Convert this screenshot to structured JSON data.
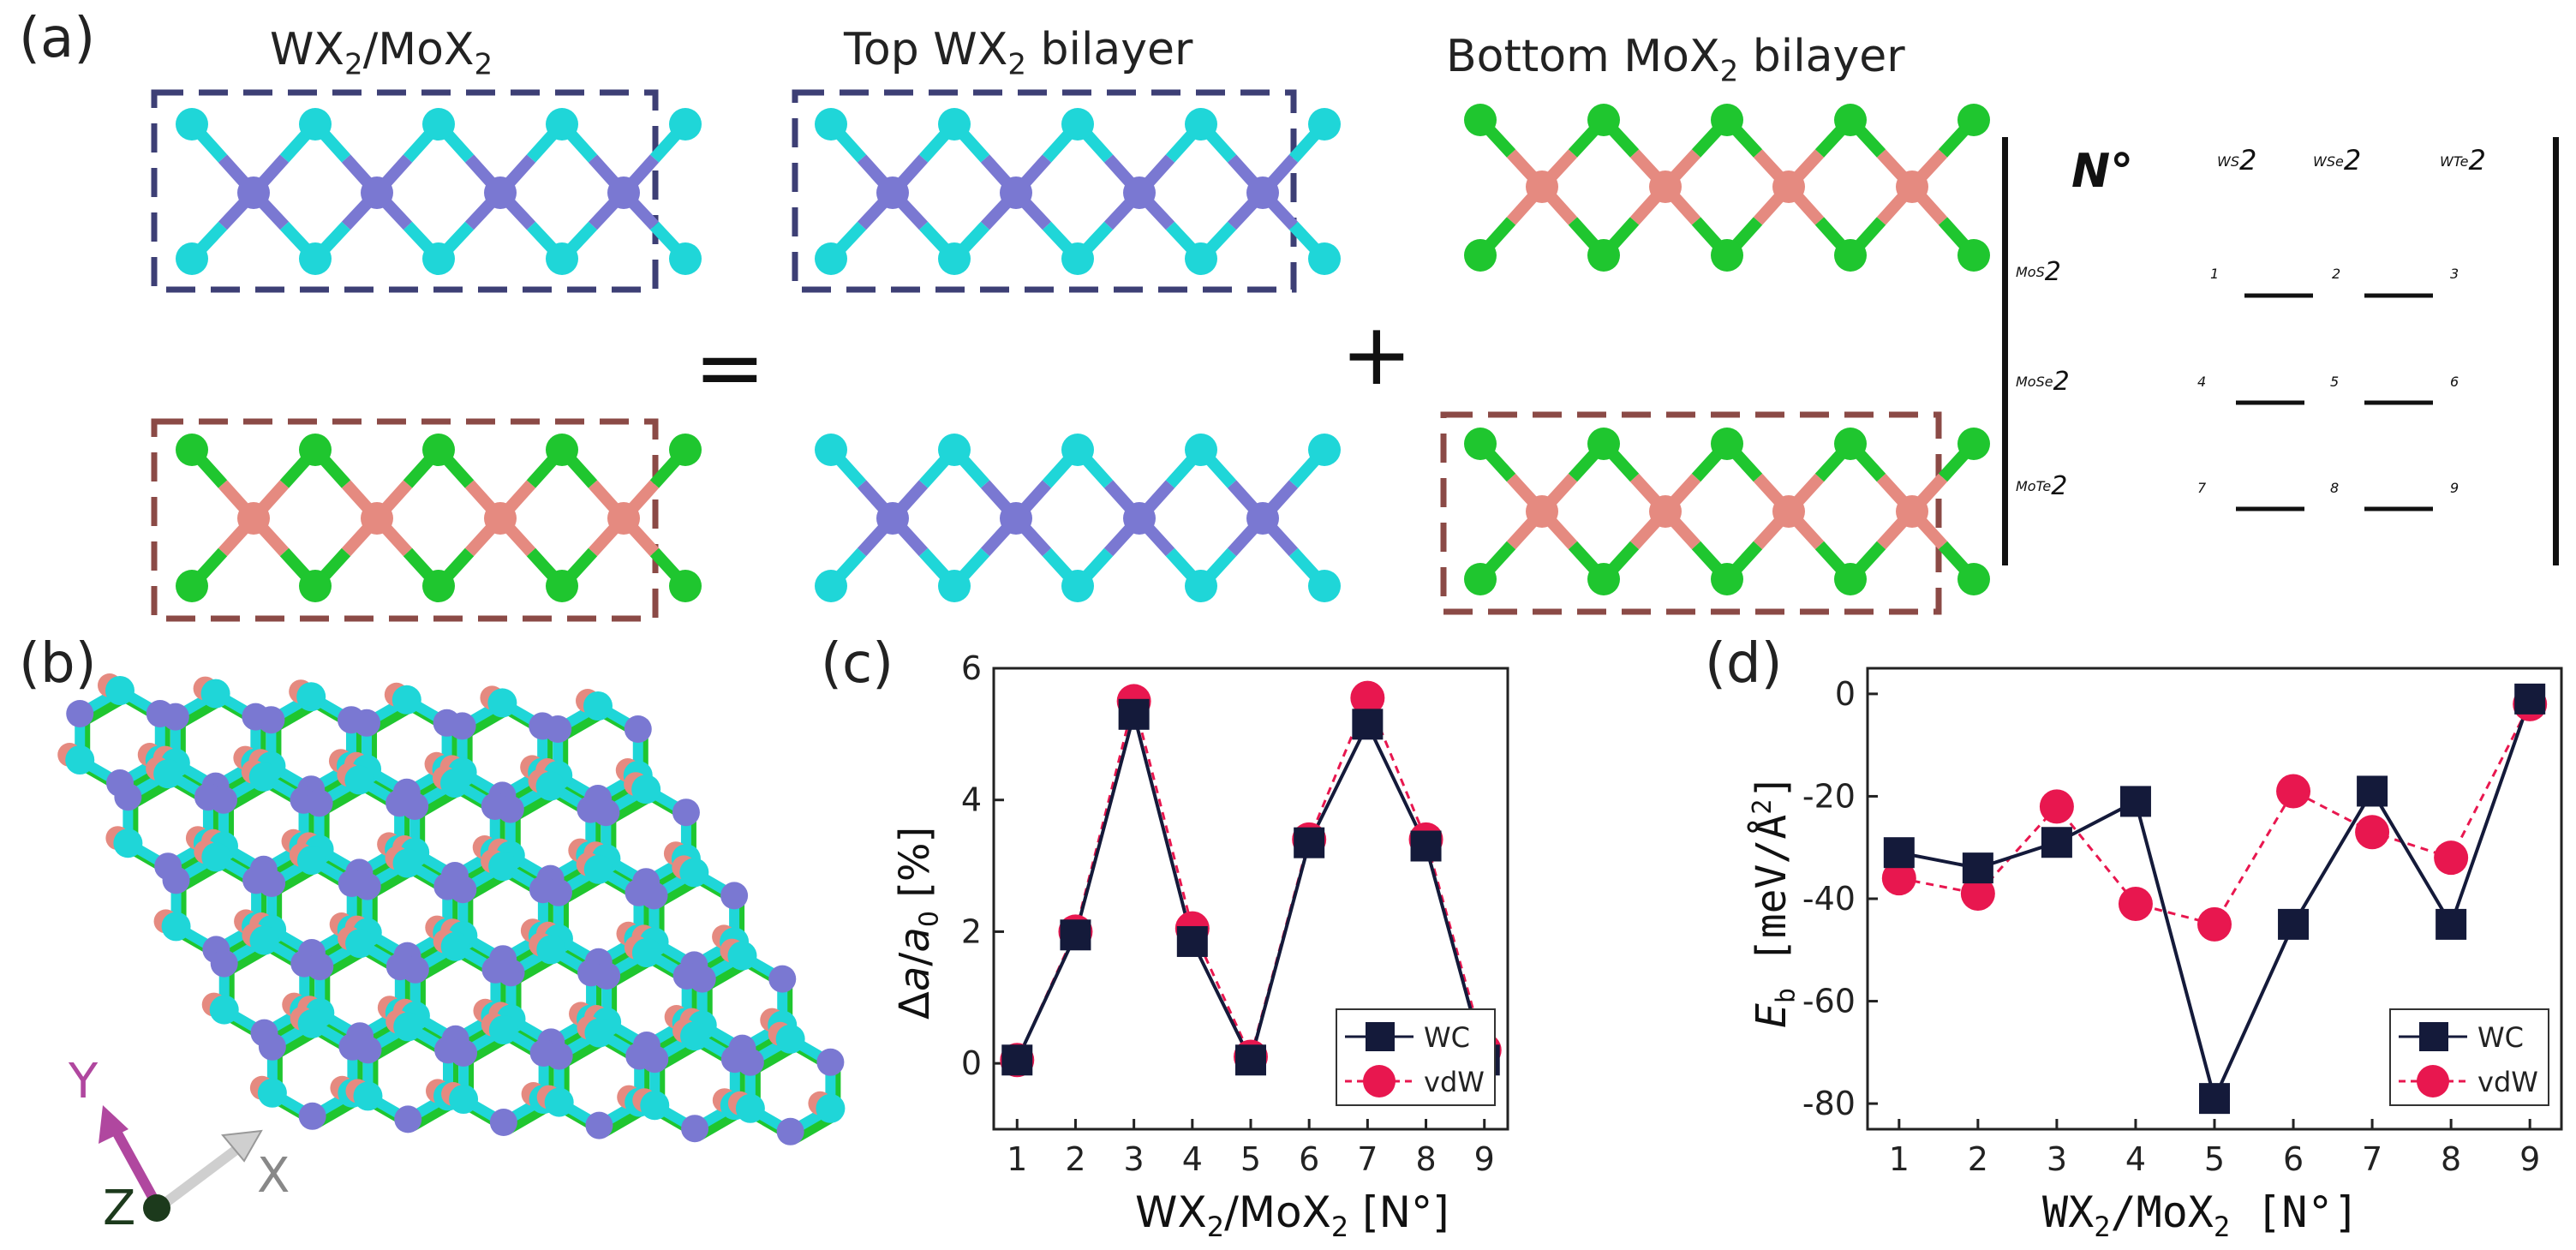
{
  "panel_labels": [
    "(a)",
    "(b)",
    "(c)",
    "(d)"
  ],
  "panel_a": {
    "titles": {
      "left": {
        "base": "WX",
        "sub1": "2",
        "mid": "/MoX",
        "sub2": "2",
        "tail": ""
      },
      "center": {
        "base": "Top WX",
        "sub1": "2",
        "mid": " bilayer",
        "sub2": "",
        "tail": ""
      },
      "right": {
        "base": "Bottom MoX",
        "sub1": "2",
        "mid": " bilayer",
        "sub2": "",
        "tail": ""
      }
    },
    "equals": "=",
    "plus": "+",
    "colors": {
      "top_box": "#3d3f75",
      "bottom_box": "#8b4a46",
      "W_atom": "#7a78d2",
      "X_top_atom": "#1fd6d8",
      "Mo_atom": "#e58a80",
      "X_bottom_atom": "#1fc62f"
    },
    "table": {
      "corner": "N°",
      "columns": [
        {
          "base": "WS",
          "sub": "2"
        },
        {
          "base": "WSe",
          "sub": "2"
        },
        {
          "base": "WTe",
          "sub": "2"
        }
      ],
      "rows": [
        {
          "base": "MoS",
          "sub": "2",
          "nums": [
            "1",
            "2",
            "3"
          ]
        },
        {
          "base": "MoSe",
          "sub": "2",
          "nums": [
            "4",
            "5",
            "6"
          ]
        },
        {
          "base": "MoTe",
          "sub": "2",
          "nums": [
            "7",
            "8",
            "9"
          ]
        }
      ]
    }
  },
  "panel_b": {
    "axes": {
      "x": "X",
      "y": "Y",
      "z": "Z"
    },
    "axis_colors": {
      "x": "#d0d0d0",
      "y": "#b0479f",
      "z": "#1c3a1c"
    }
  },
  "chart_data": [
    {
      "panel": "(c)",
      "type": "line",
      "x": [
        1,
        2,
        3,
        4,
        5,
        6,
        7,
        8,
        9
      ],
      "series": [
        {
          "name": "WC",
          "values": [
            0.05,
            1.95,
            5.3,
            1.85,
            0.05,
            3.35,
            5.15,
            3.3,
            0.05
          ],
          "color": "#141a3a",
          "marker": "square",
          "line": "solid"
        },
        {
          "name": "vdW",
          "values": [
            0.05,
            2.0,
            5.5,
            2.05,
            0.1,
            3.4,
            5.55,
            3.4,
            0.2
          ],
          "color": "#e8174f",
          "marker": "circle",
          "line": "dashed"
        }
      ],
      "ylabel": {
        "pre": "Δ",
        "a": "a",
        "slash": "/",
        "a0": "a",
        "sub": "0",
        "unit": " [%]"
      },
      "xlabel": {
        "base": "WX",
        "sub1": "2",
        "mid": "/MoX",
        "sub2": "2",
        "tail": " [N°]"
      },
      "xlim": [
        0.6,
        9.4
      ],
      "ylim": [
        -1,
        6
      ],
      "yticks": [
        "0",
        "2",
        "4",
        "6"
      ],
      "xticks": [
        "1",
        "2",
        "3",
        "4",
        "5",
        "6",
        "7",
        "8",
        "9"
      ],
      "legend": "bottom-right",
      "grid": false
    },
    {
      "panel": "(d)",
      "type": "line",
      "x": [
        1,
        2,
        3,
        4,
        5,
        6,
        7,
        8,
        9
      ],
      "series": [
        {
          "name": "WC",
          "values": [
            -31,
            -34,
            -29,
            -21,
            -79,
            -45,
            -19,
            -45,
            -1
          ],
          "color": "#141a3a",
          "marker": "square",
          "line": "solid"
        },
        {
          "name": "vdW",
          "values": [
            -36,
            -39,
            -22,
            -41,
            -45,
            -19,
            -27,
            -32,
            -2
          ],
          "color": "#e8174f",
          "marker": "circle",
          "line": "dashed"
        }
      ],
      "ylabel": {
        "E": "E",
        "sub": "b",
        "unit": " [meV/Å",
        "sup": "2",
        "close": "]"
      },
      "xlabel": {
        "base": "WX",
        "sub1": "2",
        "mid": "/MoX",
        "sub2": "2",
        "tail": " [N°]"
      },
      "xlim": [
        0.6,
        9.4
      ],
      "ylim": [
        -85,
        5
      ],
      "yticks": [
        "0",
        "-20",
        "-40",
        "-60",
        "-80"
      ],
      "xticks": [
        "1",
        "2",
        "3",
        "4",
        "5",
        "6",
        "7",
        "8",
        "9"
      ],
      "legend": "bottom-right",
      "grid": false
    }
  ]
}
